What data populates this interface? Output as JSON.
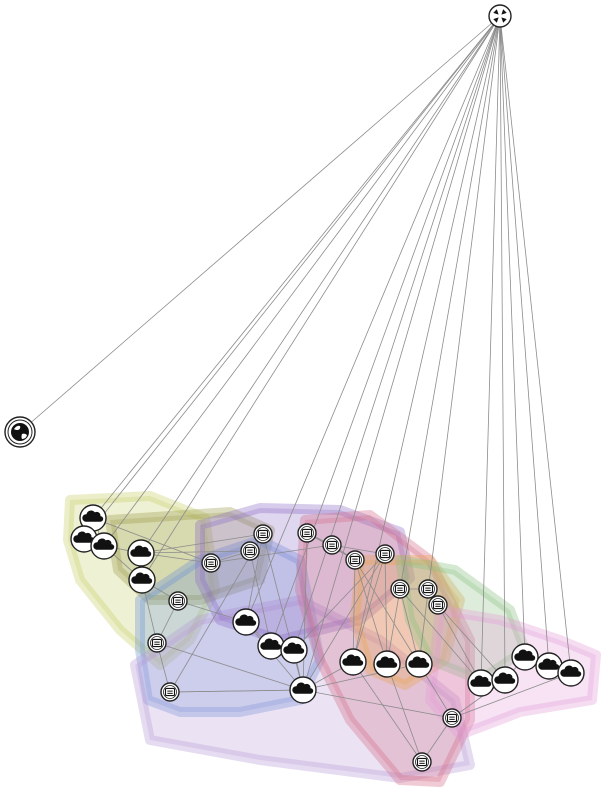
{
  "colors": {
    "background": "#ffffff",
    "edge": "#8c8c8c",
    "node_stroke": "#222222",
    "node_fill": "#ffffff",
    "icon": "#111111"
  },
  "groups": [
    {
      "id": "yellow-group",
      "color": "#c7cd63"
    },
    {
      "id": "olive-group",
      "color": "#9a9a4a"
    },
    {
      "id": "blue-group",
      "color": "#6b93d6"
    },
    {
      "id": "lavender-group",
      "color": "#b79bd8"
    },
    {
      "id": "purple-group",
      "color": "#8d6cc7"
    },
    {
      "id": "red-group",
      "color": "#d46a86"
    },
    {
      "id": "orange-group",
      "color": "#e8a44c"
    },
    {
      "id": "green-group",
      "color": "#87c07d"
    },
    {
      "id": "pink-group",
      "color": "#e19ad8"
    }
  ],
  "nodes": [
    {
      "id": "hub",
      "type": "hub-icon"
    },
    {
      "id": "globe",
      "type": "globe-icon"
    },
    {
      "id": "c1",
      "type": "cloud-icon"
    },
    {
      "id": "c2",
      "type": "cloud-icon"
    },
    {
      "id": "c3",
      "type": "cloud-icon"
    },
    {
      "id": "c4",
      "type": "cloud-icon"
    },
    {
      "id": "c5",
      "type": "cloud-icon"
    },
    {
      "id": "c6",
      "type": "cloud-icon"
    },
    {
      "id": "c7",
      "type": "cloud-icon"
    },
    {
      "id": "c8",
      "type": "cloud-icon"
    },
    {
      "id": "c9",
      "type": "cloud-icon"
    },
    {
      "id": "c10",
      "type": "cloud-icon"
    },
    {
      "id": "c11",
      "type": "cloud-icon"
    },
    {
      "id": "c12",
      "type": "cloud-icon"
    },
    {
      "id": "c13",
      "type": "cloud-icon"
    },
    {
      "id": "c14",
      "type": "cloud-icon"
    },
    {
      "id": "c15",
      "type": "cloud-icon"
    },
    {
      "id": "c16",
      "type": "cloud-icon"
    },
    {
      "id": "c17",
      "type": "cloud-icon"
    },
    {
      "id": "s1",
      "type": "server-icon"
    },
    {
      "id": "s2",
      "type": "server-icon"
    },
    {
      "id": "s3",
      "type": "server-icon"
    },
    {
      "id": "s4",
      "type": "server-icon"
    },
    {
      "id": "s5",
      "type": "server-icon"
    },
    {
      "id": "s6",
      "type": "server-icon"
    },
    {
      "id": "s7",
      "type": "server-icon"
    },
    {
      "id": "s8",
      "type": "server-icon"
    },
    {
      "id": "s9",
      "type": "server-icon"
    },
    {
      "id": "s10",
      "type": "server-icon"
    },
    {
      "id": "s11",
      "type": "server-icon"
    },
    {
      "id": "s12",
      "type": "server-icon"
    },
    {
      "id": "s13",
      "type": "server-icon"
    },
    {
      "id": "s14",
      "type": "server-icon"
    },
    {
      "id": "s15",
      "type": "server-icon"
    }
  ],
  "edges": [
    [
      "hub",
      "globe"
    ],
    [
      "hub",
      "c1"
    ],
    [
      "hub",
      "c2"
    ],
    [
      "hub",
      "c3"
    ],
    [
      "hub",
      "c4"
    ],
    [
      "hub",
      "c5"
    ],
    [
      "hub",
      "c6"
    ],
    [
      "hub",
      "c7"
    ],
    [
      "hub",
      "c8"
    ],
    [
      "hub",
      "c9"
    ],
    [
      "hub",
      "c10"
    ],
    [
      "hub",
      "c11"
    ],
    [
      "hub",
      "c12"
    ],
    [
      "hub",
      "c13"
    ],
    [
      "hub",
      "c14"
    ],
    [
      "hub",
      "c15"
    ],
    [
      "hub",
      "c16"
    ],
    [
      "hub",
      "c17"
    ],
    [
      "c1",
      "c2"
    ],
    [
      "c1",
      "c3"
    ],
    [
      "c2",
      "c3"
    ],
    [
      "c3",
      "c4"
    ],
    [
      "c4",
      "c5"
    ],
    [
      "c3",
      "c5"
    ],
    [
      "c1",
      "s1"
    ],
    [
      "c4",
      "s1"
    ],
    [
      "c4",
      "s2"
    ],
    [
      "c5",
      "s3"
    ],
    [
      "c5",
      "s4"
    ],
    [
      "s2",
      "s1"
    ],
    [
      "c4",
      "s5"
    ],
    [
      "s5",
      "c6"
    ],
    [
      "c6",
      "c7"
    ],
    [
      "c7",
      "c8"
    ],
    [
      "c8",
      "c9"
    ],
    [
      "c6",
      "c9"
    ],
    [
      "c9",
      "s6"
    ],
    [
      "c9",
      "s4"
    ],
    [
      "c9",
      "s5"
    ],
    [
      "c9",
      "c10"
    ],
    [
      "c9",
      "s10"
    ],
    [
      "c9",
      "s7"
    ],
    [
      "s4",
      "s6"
    ],
    [
      "s3",
      "c6"
    ],
    [
      "s3",
      "s4"
    ],
    [
      "s6",
      "c9"
    ],
    [
      "s7",
      "s8"
    ],
    [
      "s7",
      "s9"
    ],
    [
      "s8",
      "s9"
    ],
    [
      "s9",
      "c10"
    ],
    [
      "s9",
      "c11"
    ],
    [
      "s9",
      "c12"
    ],
    [
      "s8",
      "s10"
    ],
    [
      "s10",
      "c10"
    ],
    [
      "s10",
      "c11"
    ],
    [
      "s11",
      "c12"
    ],
    [
      "s11",
      "s12"
    ],
    [
      "s12",
      "s13"
    ],
    [
      "s11",
      "c13"
    ],
    [
      "s13",
      "c13"
    ],
    [
      "s13",
      "c14"
    ],
    [
      "c12",
      "s14"
    ],
    [
      "c10",
      "s15"
    ],
    [
      "c11",
      "s15"
    ],
    [
      "c13",
      "c14"
    ],
    [
      "c14",
      "c15"
    ],
    [
      "c15",
      "c16"
    ],
    [
      "c16",
      "c17"
    ],
    [
      "c14",
      "s14"
    ],
    [
      "s14",
      "c17"
    ],
    [
      "s15",
      "s14"
    ],
    [
      "c8",
      "s10"
    ],
    [
      "c7",
      "s2"
    ],
    [
      "s1",
      "s8"
    ],
    [
      "s5",
      "s6"
    ],
    [
      "c9",
      "c12"
    ],
    [
      "c9",
      "s14"
    ]
  ]
}
